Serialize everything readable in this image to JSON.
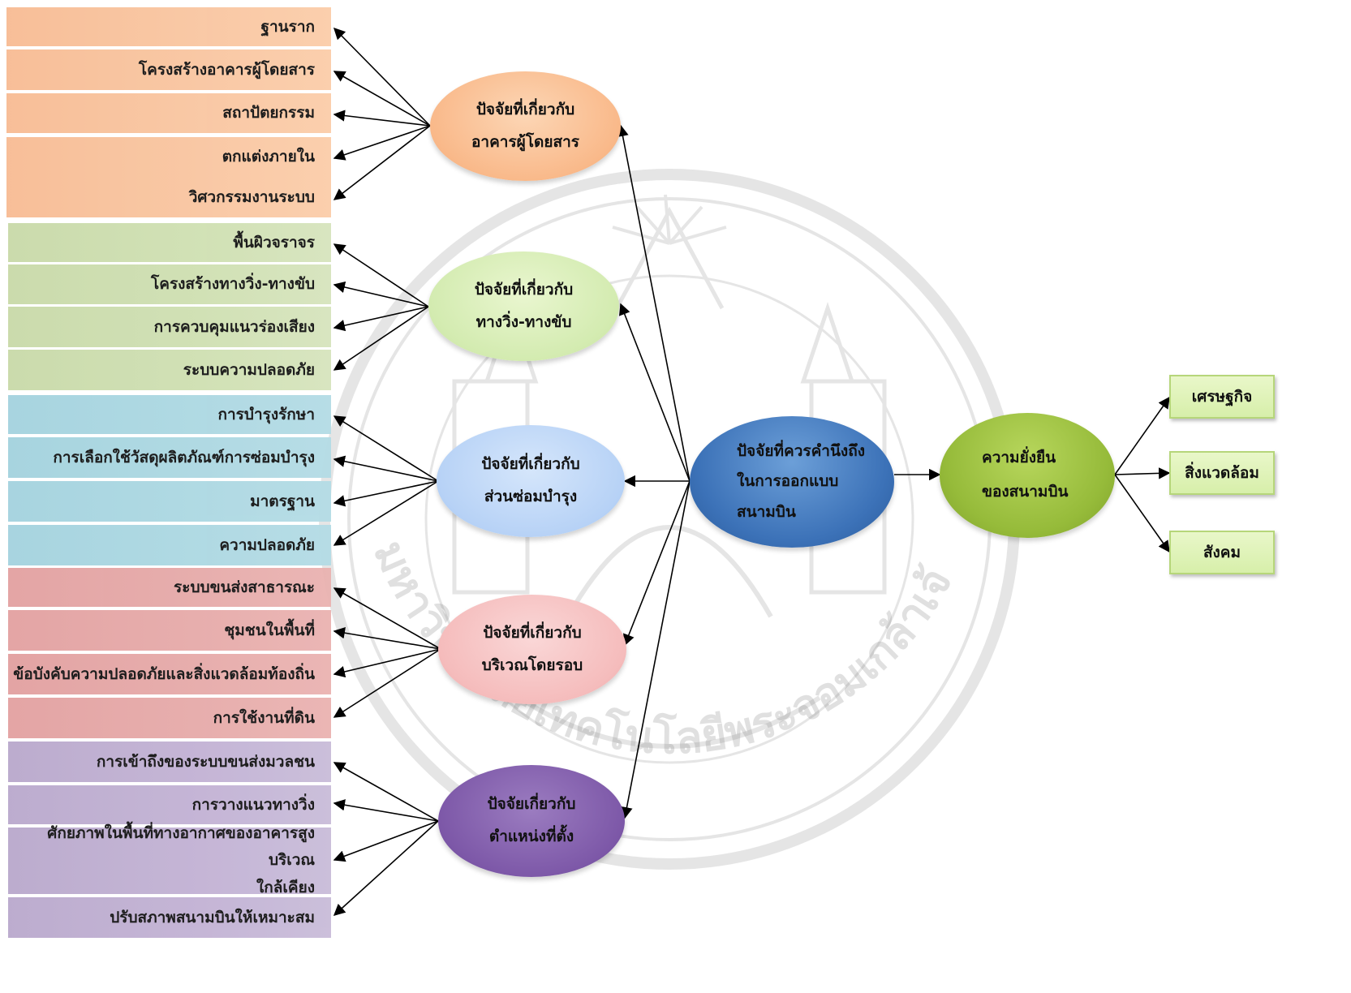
{
  "boxes": {
    "passenger_building": [
      "ฐานราก",
      "โครงสร้างอาคารผู้โดยสาร",
      "สถาปัตยกรรม",
      "ตกแต่งภายใน",
      "วิศวกรรมงานระบบ"
    ],
    "runway_taxiway": [
      "พื้นผิวจราจร",
      "โครงสร้างทางวิ่ง-ทางขับ",
      "การควบคุมแนวร่องเสียง",
      "ระบบความปลอดภัย"
    ],
    "maintenance": [
      "การบำรุงรักษา",
      "การเลือกใช้วัสดุผลิตภัณฑ์การซ่อมบำรุง",
      "มาตรฐาน",
      "ความปลอดภัย"
    ],
    "surroundings": [
      "ระบบขนส่งสาธารณะ",
      "ชุมชนในพื้นที่",
      "ข้อบังคับความปลอดภัยและสิ่งแวดล้อมท้องถิ่น",
      "การใช้งานที่ดิน"
    ],
    "location": [
      "การเข้าถึงของระบบขนส่งมวลชน",
      "การวางแนวทางวิ่ง",
      "ศักยภาพในพื้นที่ทางอากาศของอาคารสูงบริเวณ",
      "ใกล้เคียง",
      "ปรับสภาพสนามบินให้เหมาะสม"
    ]
  },
  "factors": {
    "passenger_building": [
      "ปัจจัยที่เกี่ยวกับ",
      "อาคารผู้โดยสาร"
    ],
    "runway_taxiway": [
      "ปัจจัยที่เกี่ยวกับ",
      "ทางวิ่ง-ทางขับ"
    ],
    "maintenance": [
      "ปัจจัยที่เกี่ยวกับ",
      "ส่วนซ่อมบำรุง"
    ],
    "surroundings": [
      "ปัจจัยที่เกี่ยวกับ",
      "บริเวณโดยรอบ"
    ],
    "location": [
      "ปัจจัยเกี่ยวกับ",
      "ตำแหน่งที่ตั้ง"
    ]
  },
  "core": [
    "ปัจจัยที่ควรคำนึงถึง",
    "ในการออกแบบ",
    "สนามบิน"
  ],
  "sustainability": [
    "ความยั่งยืน",
    "ของสนามบิน"
  ],
  "outcomes": [
    "เศรษฐกิจ",
    "สิ่งแวดล้อม",
    "สังคม"
  ],
  "watermark": {
    "text": "มหาวิทยาลัยเทคโนโลยีพระจอมเกล้าเจ้าคุณทหารลาดกระบัง"
  },
  "colors": {
    "orange": "#f9c6a1",
    "green": "#cfe0b2",
    "blue": "#acd8e2",
    "red": "#e6aaa9",
    "purple": "#c2b2d4",
    "core_blue": "#3c72b8",
    "sustain_green": "#96bb3a",
    "outcome_green": "#d7efaa"
  }
}
